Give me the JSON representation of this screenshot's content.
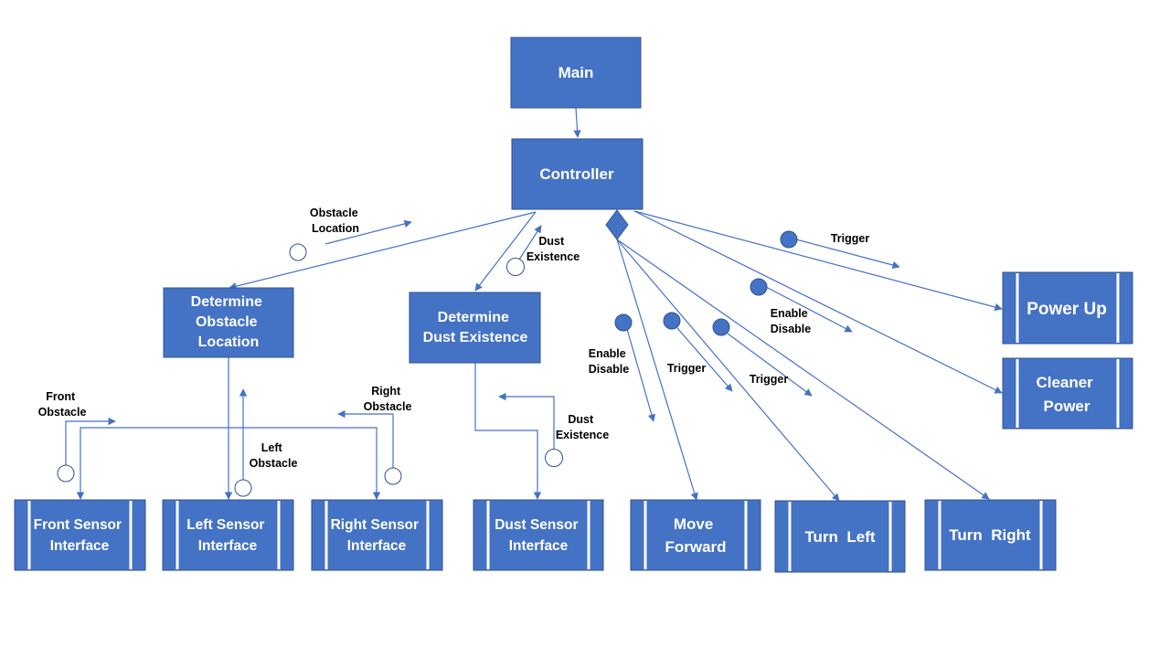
{
  "modules": {
    "main": "Main",
    "controller": "Controller",
    "determine_obstacle": [
      "Determine",
      "Obstacle",
      "Location"
    ],
    "determine_dust": [
      "Determine",
      "Dust Existence"
    ],
    "front_sensor": [
      "Front Sensor",
      "Interface"
    ],
    "left_sensor": [
      "Left Sensor",
      "Interface"
    ],
    "right_sensor": [
      "Right Sensor",
      "Interface"
    ],
    "dust_sensor": [
      "Dust Sensor",
      "Interface"
    ],
    "move_forward": [
      "Move",
      "Forward"
    ],
    "turn_left": "Turn  Left",
    "turn_right": "Turn  Right",
    "power_up": "Power Up",
    "cleaner_power": [
      "Cleaner",
      "Power"
    ]
  },
  "couples": {
    "obstacle_location": [
      "Obstacle",
      "Location"
    ],
    "dust_existence_top": [
      "Dust",
      "Existence"
    ],
    "trigger_power": "Trigger",
    "enable_disable_cleaner": [
      "Enable",
      "Disable"
    ],
    "enable_disable_move": [
      "Enable",
      "Disable"
    ],
    "trigger_left": "Trigger",
    "trigger_right": "Trigger",
    "front_obstacle": [
      "Front",
      "Obstacle"
    ],
    "left_obstacle": [
      "Left",
      "Obstacle"
    ],
    "right_obstacle": [
      "Right",
      "Obstacle"
    ],
    "dust_existence_bottom": [
      "Dust",
      "Existence"
    ]
  },
  "colors": {
    "module_fill": "#4472c4",
    "module_border": "#2f528f",
    "arrow": "#4472c4",
    "text_on_module": "#ffffff",
    "label_text": "#000000"
  }
}
